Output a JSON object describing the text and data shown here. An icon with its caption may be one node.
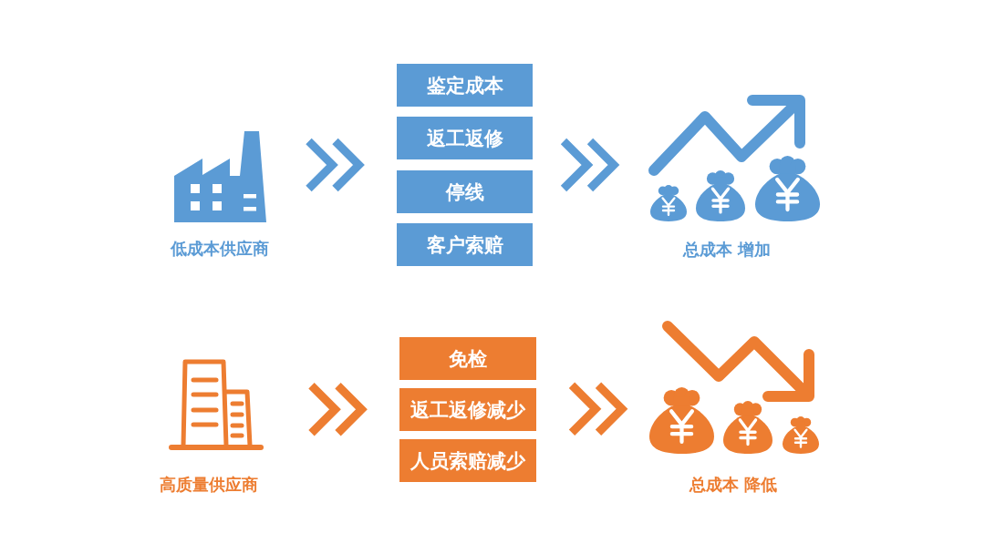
{
  "diagram": {
    "nodes": [
      {
        "text": [
          "低成本供应商"
        ]
      },
      {
        "text": [
          "鉴定成本"
        ]
      },
      {
        "text": [
          "返工返修"
        ]
      },
      {
        "text": [
          "停线"
        ]
      },
      {
        "text": [
          "客户索赔"
        ]
      },
      {
        "text": [
          "总成本 增加"
        ]
      },
      {
        "text": [
          "高质量供应商"
        ]
      },
      {
        "text": [
          "免检"
        ]
      },
      {
        "text": [
          "返工返修减少"
        ]
      },
      {
        "text": [
          "人员索赔减少"
        ]
      },
      {
        "text": [
          "总成本 降低"
        ]
      }
    ],
    "edges": [
      {
        "from": 0,
        "to": 1,
        "arrow": "to"
      },
      {
        "from": 0,
        "to": 2,
        "arrow": "to"
      },
      {
        "from": 0,
        "to": 3,
        "arrow": "to"
      },
      {
        "from": 0,
        "to": 4,
        "arrow": "to"
      },
      {
        "from": 1,
        "to": 5,
        "arrow": "to"
      },
      {
        "from": 2,
        "to": 5,
        "arrow": "to"
      },
      {
        "from": 3,
        "to": 5,
        "arrow": "to"
      },
      {
        "from": 4,
        "to": 5,
        "arrow": "to"
      },
      {
        "from": 6,
        "to": 7,
        "arrow": "to",
        "color": "#ed7d31"
      },
      {
        "from": 6,
        "to": 8,
        "arrow": "to",
        "color": "#ed7d31"
      },
      {
        "from": 6,
        "to": 9,
        "arrow": "to",
        "color": "#ed7d31"
      },
      {
        "from": 7,
        "to": 10,
        "arrow": "to",
        "color": "#ed7d31"
      },
      {
        "from": 8,
        "to": 10,
        "arrow": "to",
        "color": "#ed7d31"
      },
      {
        "from": 9,
        "to": 10,
        "arrow": "to",
        "color": "#ed7d31"
      }
    ]
  }
}
